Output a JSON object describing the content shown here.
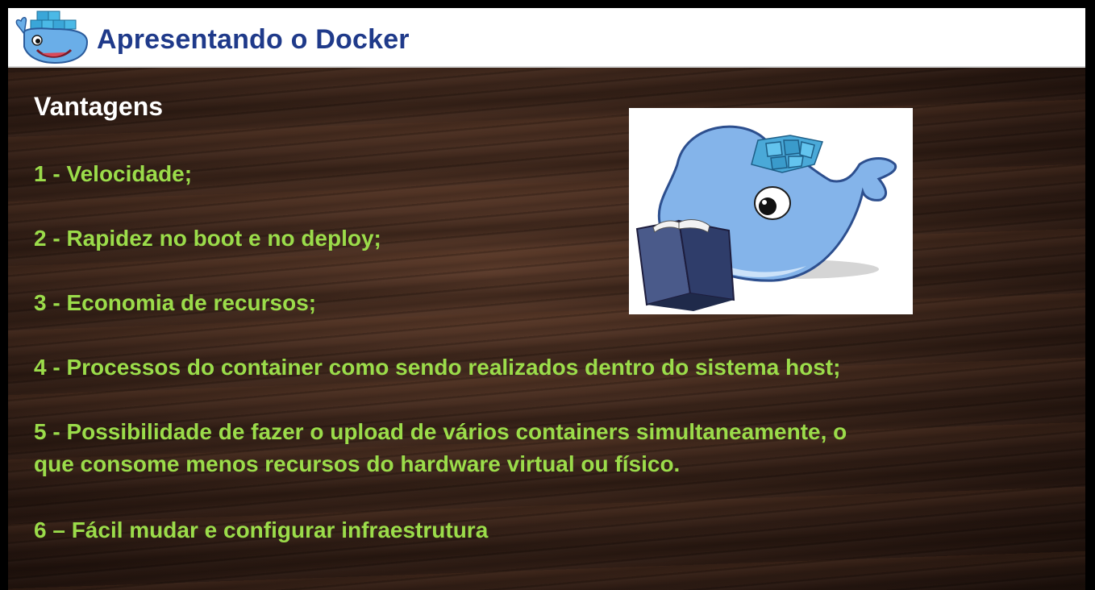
{
  "header": {
    "title": "Apresentando o Docker",
    "logo_icon": "docker-whale-icon"
  },
  "content": {
    "section_title": "Vantagens",
    "items": [
      "1 - Velocidade;",
      "2 - Rapidez no boot e no deploy;",
      "3 - Economia de recursos;",
      "4 -  Processos do container como sendo realizados dentro do sistema host;",
      "5 - Possibilidade de fazer o upload de vários containers simultaneamente, o",
      "que consome menos recursos do hardware virtual ou físico.",
      "6 – Fácil mudar e configurar infraestrutura"
    ]
  },
  "illustration": {
    "icon": "docker-whale-reading-book-icon"
  },
  "colors": {
    "header_bg": "#ffffff",
    "title_color": "#1f3a8a",
    "item_color": "#9bdc4a",
    "section_color": "#ffffff"
  }
}
